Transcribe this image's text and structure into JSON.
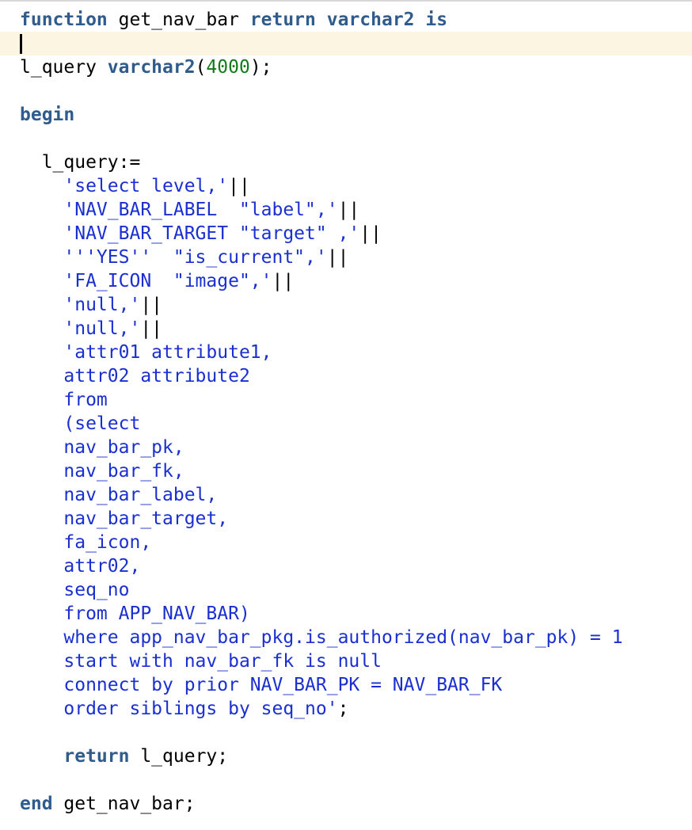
{
  "editor": {
    "colors": {
      "keyword": "#2f5c8c",
      "string": "#1a2fd1",
      "number": "#137a1a",
      "plain": "#000000",
      "current_line": "#fbf5e2"
    },
    "lines": [
      [
        {
          "t": "function",
          "c": "kw"
        },
        {
          "t": " get_nav_bar ",
          "c": "pl"
        },
        {
          "t": "return",
          "c": "kw"
        },
        {
          "t": " ",
          "c": "pl"
        },
        {
          "t": "varchar2",
          "c": "kw"
        },
        {
          "t": " ",
          "c": "pl"
        },
        {
          "t": "is",
          "c": "kw"
        }
      ],
      [],
      [
        {
          "t": "l_query ",
          "c": "pl"
        },
        {
          "t": "varchar2",
          "c": "kw"
        },
        {
          "t": "(",
          "c": "pl"
        },
        {
          "t": "4000",
          "c": "num"
        },
        {
          "t": ");",
          "c": "pl"
        }
      ],
      [],
      [
        {
          "t": "begin",
          "c": "kw"
        }
      ],
      [],
      [
        {
          "t": "  l_query:=",
          "c": "pl"
        }
      ],
      [
        {
          "t": "    'select level,'",
          "c": "str"
        },
        {
          "t": "||",
          "c": "pl"
        }
      ],
      [
        {
          "t": "    'NAV_BAR_LABEL  \"label\",'",
          "c": "str"
        },
        {
          "t": "||",
          "c": "pl"
        }
      ],
      [
        {
          "t": "    'NAV_BAR_TARGET \"target\" ,'",
          "c": "str"
        },
        {
          "t": "||",
          "c": "pl"
        }
      ],
      [
        {
          "t": "    '''YES''  \"is_current\",'",
          "c": "str"
        },
        {
          "t": "||",
          "c": "pl"
        }
      ],
      [
        {
          "t": "    'FA_ICON  \"image\",'",
          "c": "str"
        },
        {
          "t": "||",
          "c": "pl"
        }
      ],
      [
        {
          "t": "    'null,'",
          "c": "str"
        },
        {
          "t": "||",
          "c": "pl"
        }
      ],
      [
        {
          "t": "    'null,'",
          "c": "str"
        },
        {
          "t": "||",
          "c": "pl"
        }
      ],
      [
        {
          "t": "    'attr01 attribute1,",
          "c": "str"
        }
      ],
      [
        {
          "t": "    attr02 attribute2",
          "c": "str"
        }
      ],
      [
        {
          "t": "    from",
          "c": "str"
        }
      ],
      [
        {
          "t": "    (select",
          "c": "str"
        }
      ],
      [
        {
          "t": "    nav_bar_pk,",
          "c": "str"
        }
      ],
      [
        {
          "t": "    nav_bar_fk,",
          "c": "str"
        }
      ],
      [
        {
          "t": "    nav_bar_label,",
          "c": "str"
        }
      ],
      [
        {
          "t": "    nav_bar_target,",
          "c": "str"
        }
      ],
      [
        {
          "t": "    fa_icon,",
          "c": "str"
        }
      ],
      [
        {
          "t": "    attr02,",
          "c": "str"
        }
      ],
      [
        {
          "t": "    seq_no",
          "c": "str"
        }
      ],
      [
        {
          "t": "    from APP_NAV_BAR)",
          "c": "str"
        }
      ],
      [
        {
          "t": "    where app_nav_bar_pkg.is_authorized(nav_bar_pk) = 1",
          "c": "str"
        }
      ],
      [
        {
          "t": "    start with nav_bar_fk is null",
          "c": "str"
        }
      ],
      [
        {
          "t": "    connect by prior NAV_BAR_PK = NAV_BAR_FK",
          "c": "str"
        }
      ],
      [
        {
          "t": "    order siblings by seq_no'",
          "c": "str"
        },
        {
          "t": ";",
          "c": "pl"
        }
      ],
      [],
      [
        {
          "t": "    ",
          "c": "pl"
        },
        {
          "t": "return",
          "c": "kw"
        },
        {
          "t": " l_query;",
          "c": "pl"
        }
      ],
      [],
      [
        {
          "t": "end",
          "c": "kw"
        },
        {
          "t": " get_nav_bar;",
          "c": "pl"
        }
      ]
    ]
  }
}
